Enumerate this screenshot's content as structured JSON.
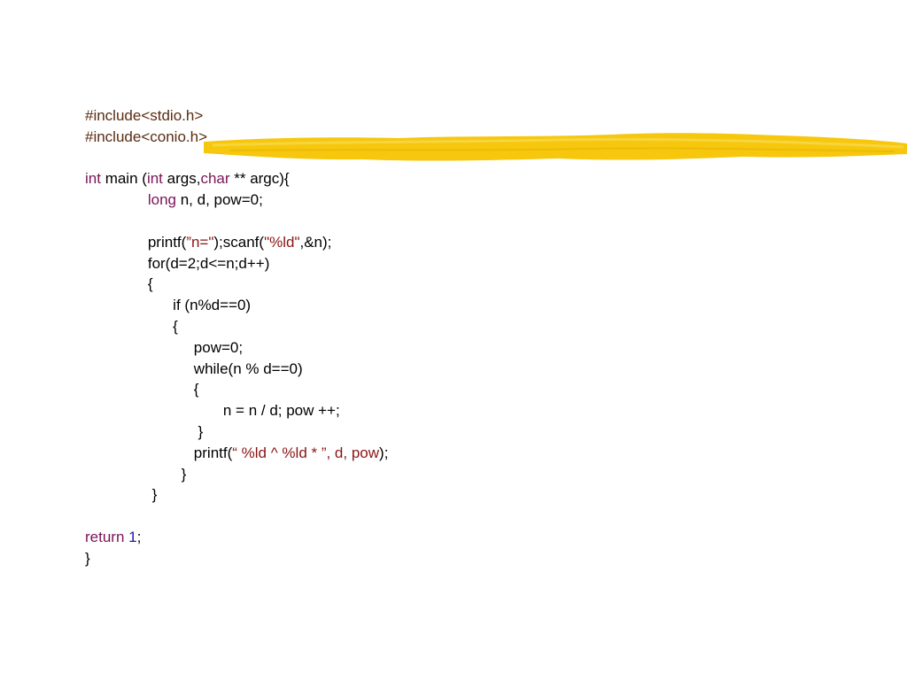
{
  "colors": {
    "keyword": "#7a1457",
    "preprocessor": "#5a2d12",
    "string": "#8a1414",
    "number": "#1a1aa8",
    "plain": "#000000",
    "highlight": "#f5c400"
  },
  "code": {
    "lines": [
      [
        {
          "t": "#include<stdio.h>",
          "c": "pre"
        }
      ],
      [
        {
          "t": "#include<conio.h>",
          "c": "pre"
        }
      ],
      [],
      [
        {
          "t": "int",
          "c": "kw"
        },
        {
          "t": " main (",
          "c": ""
        },
        {
          "t": "int",
          "c": "kw"
        },
        {
          "t": " args,",
          "c": ""
        },
        {
          "t": "char",
          "c": "kw"
        },
        {
          "t": " ** argc){",
          "c": ""
        }
      ],
      [
        {
          "t": "\t",
          "c": ""
        },
        {
          "t": "long",
          "c": "kw"
        },
        {
          "t": " n, d, pow=0;",
          "c": ""
        }
      ],
      [],
      [
        {
          "t": "\tprintf(",
          "c": ""
        },
        {
          "t": "”n=\"",
          "c": "str"
        },
        {
          "t": ");scanf(",
          "c": ""
        },
        {
          "t": "\"%ld\"",
          "c": "str"
        },
        {
          "t": ",&n);",
          "c": ""
        }
      ],
      [
        {
          "t": "\tfor(d=2;d<=n;d++)",
          "c": ""
        }
      ],
      [
        {
          "t": "\t{",
          "c": ""
        }
      ],
      [
        {
          "t": "\t      if (n%d==0)",
          "c": ""
        }
      ],
      [
        {
          "t": "\t      {",
          "c": ""
        }
      ],
      [
        {
          "t": "\t           pow=0;",
          "c": ""
        }
      ],
      [
        {
          "t": "\t           while(n % d==0)",
          "c": ""
        }
      ],
      [
        {
          "t": "\t           {",
          "c": ""
        }
      ],
      [
        {
          "t": "\t                  n = n / d; pow ++;",
          "c": ""
        }
      ],
      [
        {
          "t": "\t            }",
          "c": ""
        }
      ],
      [
        {
          "t": "\t           printf(",
          "c": ""
        },
        {
          "t": "“ %ld ^ %ld * ”, d, pow",
          "c": "str"
        },
        {
          "t": ");",
          "c": ""
        }
      ],
      [
        {
          "t": "\t        }",
          "c": ""
        }
      ],
      [
        {
          "t": "\t }",
          "c": ""
        }
      ],
      [],
      [
        {
          "t": "return",
          "c": "kw"
        },
        {
          "t": " ",
          "c": ""
        },
        {
          "t": "1",
          "c": "num"
        },
        {
          "t": ";",
          "c": ""
        }
      ],
      [
        {
          "t": "}",
          "c": ""
        }
      ]
    ]
  }
}
